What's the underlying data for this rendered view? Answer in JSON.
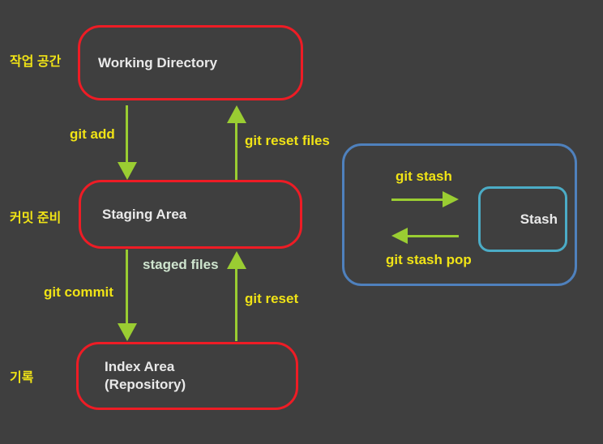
{
  "colors": {
    "background": "#3f3f3f",
    "area_box_border": "#ee1c25",
    "stash_group_border": "#4f81bd",
    "stash_box_border": "#4bacc6",
    "arrow_green": "#9acd32",
    "command_label_yellow": "#f0e316",
    "staged_files_label": "#cfe5cf",
    "box_text": "#e9e9e9"
  },
  "side_labels": {
    "working_space": "작업 공간",
    "commit_ready": "커밋 준비",
    "history": "기록"
  },
  "boxes": {
    "working_directory": {
      "label": "Working Directory"
    },
    "staging_area": {
      "label": "Staging Area"
    },
    "index_area": {
      "label": "Index Area",
      "sublabel": "(Repository)"
    },
    "stash": {
      "label": "Stash"
    }
  },
  "arrow_labels": {
    "git_add": "git add",
    "git_reset_files": "git reset files",
    "staged_files": "staged files",
    "git_commit": "git commit",
    "git_reset": "git reset",
    "git_stash": "git stash",
    "git_stash_pop": "git stash pop"
  }
}
